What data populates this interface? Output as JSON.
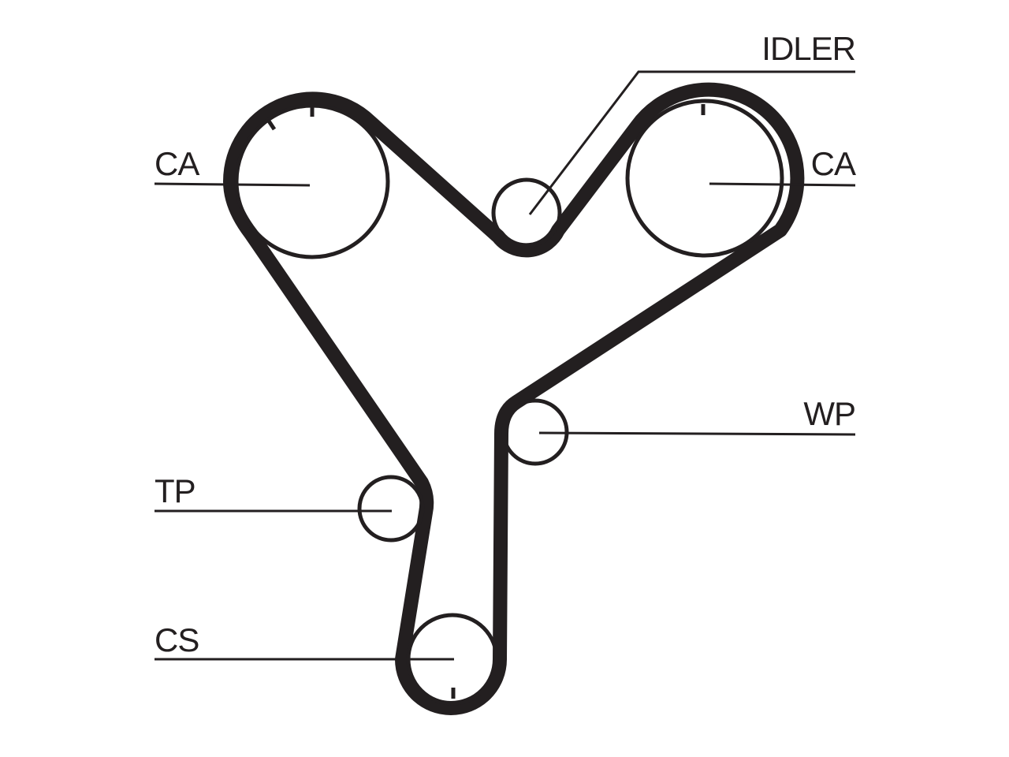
{
  "colors": {
    "line": "#231f20",
    "background": "#ffffff"
  },
  "labels": {
    "idler": "IDLER",
    "ca_left": "CA",
    "ca_right": "CA",
    "wp": "WP",
    "tp": "TP",
    "cs": "CS"
  }
}
